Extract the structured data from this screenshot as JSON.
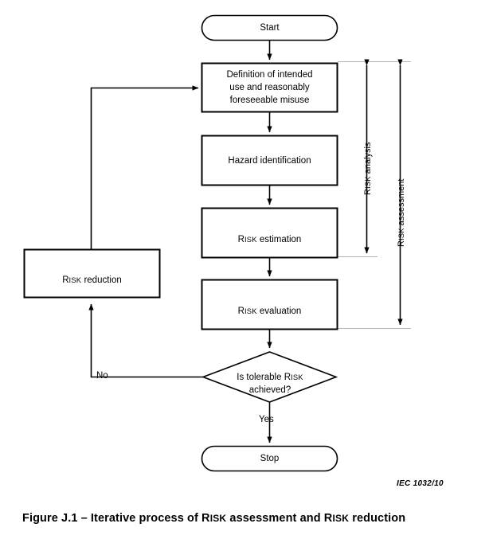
{
  "figure": {
    "caption_prefix": "Figure J.1 – Iterative process of ",
    "caption_risk1": "RISK",
    "caption_mid": " assessment and ",
    "caption_risk2": "RISK",
    "caption_suffix": " reduction",
    "iec_reference": "IEC   1032/10"
  },
  "colors": {
    "stroke": "#000000",
    "fill": "#ffffff",
    "guide": "#b3b3b3",
    "text": "#000000"
  },
  "nodes": {
    "start": {
      "label": "Start",
      "shape": "terminator"
    },
    "definition": {
      "line1": "Definition of intended",
      "line2": "use and reasonably",
      "line3": "foreseeable misuse",
      "shape": "process"
    },
    "hazard": {
      "label": "Hazard identification",
      "shape": "process"
    },
    "risk_estimation": {
      "small_caps": "RISK",
      "rest": " estimation",
      "shape": "process"
    },
    "risk_evaluation": {
      "small_caps": "RISK",
      "rest": " evaluation",
      "shape": "process"
    },
    "decision": {
      "line1_pre": "Is tolerable ",
      "line1_sc": "RISK",
      "line2": "achieved?",
      "shape": "decision"
    },
    "risk_reduction": {
      "small_caps": "RISK",
      "rest": " reduction",
      "shape": "process"
    },
    "stop": {
      "label": "Stop",
      "shape": "terminator"
    }
  },
  "edges": {
    "no_label": "No",
    "yes_label": "Yes"
  },
  "brackets": {
    "risk_analysis": {
      "sc": "RISK",
      "rest": " analysis"
    },
    "risk_assessment": {
      "sc": "RISK",
      "rest": " assessment"
    }
  }
}
